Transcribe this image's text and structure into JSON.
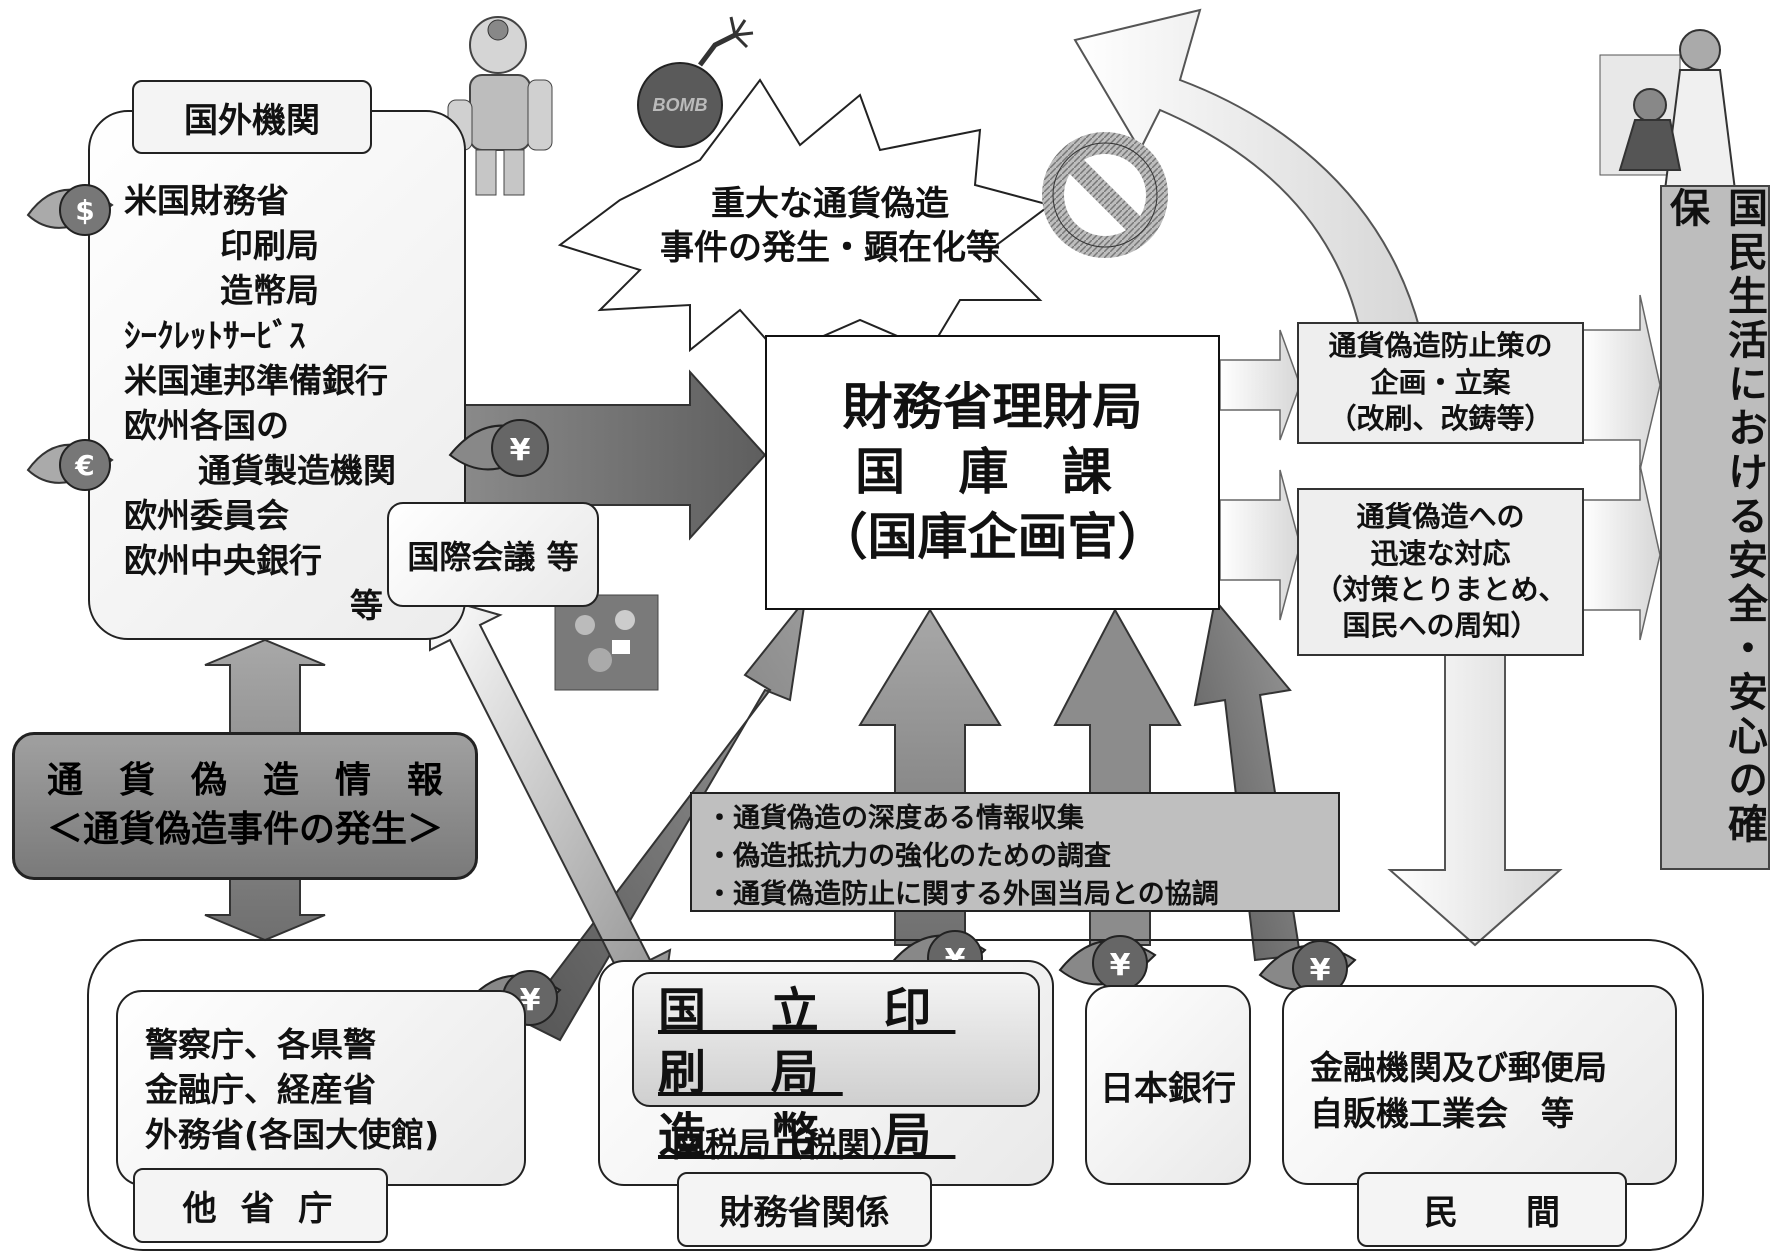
{
  "foreign": {
    "title": "国外機関",
    "lines": [
      "米国財務省",
      "印刷局",
      "造幣局",
      "ｼｰｸﾚｯﾄｻｰﾋﾞｽ",
      "米国連邦準備銀行",
      "欧州各国の",
      "通貨製造機関",
      "欧州委員会",
      "欧州中央銀行",
      "等"
    ]
  },
  "intl_meeting": "国際会議 等",
  "incident": [
    "重大な通貨偽造",
    "事件の発生・顕在化等"
  ],
  "bomb_label": "BOMB",
  "center": [
    "財務省理財局",
    "国 庫 課",
    "（国庫企画官）"
  ],
  "actions": [
    [
      "通貨偽造防止策の",
      "企画・立案",
      "（改刷、改鋳等）"
    ],
    [
      "通貨偽造への",
      "迅速な対応",
      "（対策とりまとめ、",
      "国民への周知）"
    ]
  ],
  "goal": "国民生活における安全・安心の確保",
  "info": [
    "通　貨　偽　造　情　報",
    "＜通貨偽造事件の発生＞"
  ],
  "bullets": [
    "・通貨偽造の深度ある情報収集",
    "・偽造抵抗力の強化のための調査",
    "・通貨偽造防止に関する外国当局との協調"
  ],
  "ministries": {
    "lines": [
      "警察庁、各県警",
      "金融庁、経産省",
      "外務省(各国大使館)"
    ],
    "tag": "他 省 庁"
  },
  "mof": {
    "lines": [
      "国 立 印 刷 局",
      "造 幣 局"
    ],
    "customs": "関税局（税関）",
    "tag": "財務省関係"
  },
  "boj": "日本銀行",
  "private": {
    "lines": [
      "金融機関及び郵便局",
      "自販機工業会　等"
    ],
    "tag": "民　　間"
  },
  "icons": {
    "dollar": "$",
    "euro": "€",
    "yen": "¥"
  }
}
